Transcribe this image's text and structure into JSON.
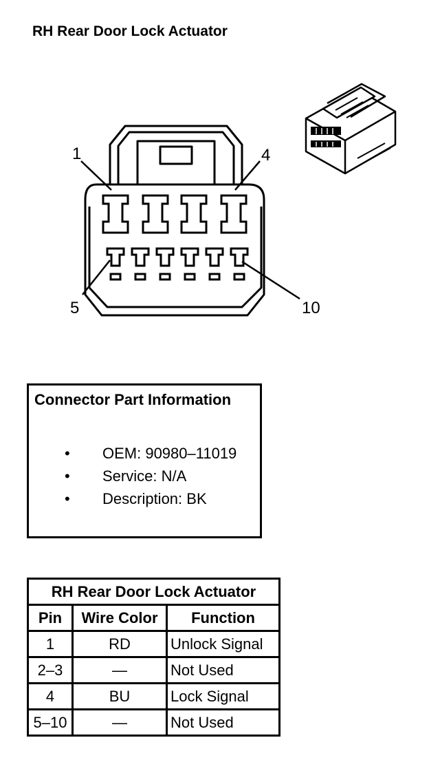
{
  "title": "RH Rear Door Lock Actuator",
  "pin_labels": {
    "p1": "1",
    "p4": "4",
    "p5": "5",
    "p10": "10"
  },
  "connector_info": {
    "heading": "Connector Part Information",
    "items": [
      "OEM: 90980–11019",
      "Service: N/A",
      "Description: BK"
    ]
  },
  "pin_table": {
    "title": "RH Rear Door Lock Actuator",
    "headers": [
      "Pin",
      "Wire Color",
      "Function"
    ],
    "rows": [
      [
        "1",
        "RD",
        "Unlock Signal"
      ],
      [
        "2–3",
        "—",
        "Not Used"
      ],
      [
        "4",
        "BU",
        "Lock Signal"
      ],
      [
        "5–10",
        "—",
        "Not Used"
      ]
    ]
  }
}
